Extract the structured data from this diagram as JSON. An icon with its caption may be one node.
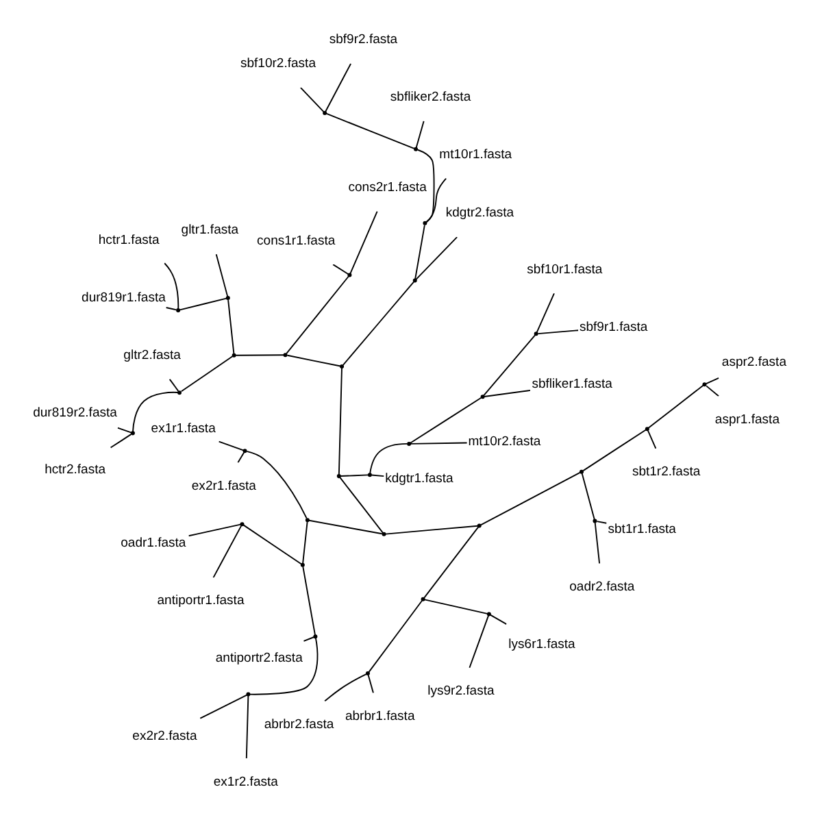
{
  "diagram": {
    "nodes": [
      {
        "text": [
          "kdgtr1.fasta"
        ]
      },
      {
        "text": [
          "mt10r2.fasta"
        ]
      },
      {
        "text": [
          "sbfliker1.fasta"
        ]
      },
      {
        "text": [
          "sbf9r1.fasta"
        ]
      },
      {
        "text": [
          "sbf10r1.fasta"
        ]
      },
      {
        "text": [
          "kdgtr2.fasta"
        ]
      },
      {
        "text": [
          "mt10r1.fasta"
        ]
      },
      {
        "text": [
          "sbfliker2.fasta"
        ]
      },
      {
        "text": [
          "sbf9r2.fasta"
        ]
      },
      {
        "text": [
          "sbf10r2.fasta"
        ]
      },
      {
        "text": [
          "cons2r1.fasta"
        ]
      },
      {
        "text": [
          "cons1r1.fasta"
        ]
      },
      {
        "text": [
          "gltr1.fasta"
        ]
      },
      {
        "text": [
          "hctr1.fasta"
        ]
      },
      {
        "text": [
          "dur819r1.fasta"
        ]
      },
      {
        "text": [
          "gltr2.fasta"
        ]
      },
      {
        "text": [
          "dur819r2.fasta"
        ]
      },
      {
        "text": [
          "hctr2.fasta"
        ]
      },
      {
        "text": [
          "ex1r1.fasta"
        ]
      },
      {
        "text": [
          "ex2r1.fasta"
        ]
      },
      {
        "text": [
          "oadr1.fasta"
        ]
      },
      {
        "text": [
          "antiportr1.fasta"
        ]
      },
      {
        "text": [
          "antiportr2.fasta"
        ]
      },
      {
        "text": [
          "ex2r2.fasta"
        ]
      },
      {
        "text": [
          "ex1r2.fasta"
        ]
      },
      {
        "text": [
          "abrbr2.fasta"
        ]
      },
      {
        "text": [
          "abrbr1.fasta"
        ]
      },
      {
        "text": [
          "lys9r2.fasta"
        ]
      },
      {
        "text": [
          "lys6r1.fasta"
        ]
      },
      {
        "text": [
          "oadr2.fasta"
        ]
      },
      {
        "text": [
          "sbt1r1.fasta"
        ]
      },
      {
        "text": [
          "sbt1r2.fasta"
        ]
      },
      {
        "text": [
          "aspr1.fasta"
        ]
      },
      {
        "text": [
          "aspr2.fasta"
        ]
      },
      {
        "text": [],
        "shape": "point"
      },
      {
        "text": [],
        "shape": "point"
      },
      {
        "text": [],
        "shape": "point"
      },
      {
        "text": [],
        "shape": "point"
      },
      {
        "text": [],
        "shape": "point"
      },
      {
        "text": [],
        "shape": "point"
      },
      {
        "text": [],
        "shape": "point"
      },
      {
        "text": [],
        "shape": "point"
      },
      {
        "text": [],
        "shape": "point"
      },
      {
        "text": [],
        "shape": "point"
      },
      {
        "text": [],
        "shape": "point"
      },
      {
        "text": [],
        "shape": "point"
      },
      {
        "text": [],
        "shape": "point"
      },
      {
        "text": [],
        "shape": "point"
      },
      {
        "text": [],
        "shape": "point"
      },
      {
        "text": [],
        "shape": "point"
      },
      {
        "text": [],
        "shape": "point"
      },
      {
        "text": [],
        "shape": "point"
      },
      {
        "text": [],
        "shape": "point"
      },
      {
        "text": [],
        "shape": "point"
      },
      {
        "text": [],
        "shape": "point"
      },
      {
        "text": [],
        "shape": "point"
      },
      {
        "text": [],
        "shape": "point"
      },
      {
        "text": [],
        "shape": "point"
      },
      {
        "text": [],
        "shape": "point"
      },
      {
        "text": [],
        "shape": "point"
      },
      {
        "text": [],
        "shape": "point"
      },
      {
        "text": [],
        "shape": "point"
      },
      {
        "text": [],
        "shape": "point"
      },
      {
        "text": [],
        "shape": "point"
      },
      {
        "text": [],
        "shape": "point"
      },
      {
        "text": [],
        "shape": "point"
      }
    ],
    "edges": [
      {
        "from": 34,
        "to": 0,
        "arrow": "none"
      },
      {
        "from": 34,
        "to": 35,
        "arrow": "none"
      },
      {
        "from": 34,
        "to": 38,
        "arrow": "none"
      },
      {
        "from": 35,
        "to": 1,
        "arrow": "none"
      },
      {
        "from": 35,
        "to": 36,
        "arrow": "none"
      },
      {
        "from": 36,
        "to": 2,
        "arrow": "none"
      },
      {
        "from": 36,
        "to": 37,
        "arrow": "none"
      },
      {
        "from": 37,
        "to": 3,
        "arrow": "none"
      },
      {
        "from": 37,
        "to": 4,
        "arrow": "none"
      },
      {
        "from": 38,
        "to": 39,
        "arrow": "none"
      },
      {
        "from": 38,
        "to": 51,
        "arrow": "none"
      },
      {
        "from": 39,
        "to": 40,
        "arrow": "none"
      },
      {
        "from": 39,
        "to": 44,
        "arrow": "none"
      },
      {
        "from": 40,
        "to": 5,
        "arrow": "none"
      },
      {
        "from": 40,
        "to": 41,
        "arrow": "none"
      },
      {
        "from": 41,
        "to": 6,
        "arrow": "none"
      },
      {
        "from": 41,
        "to": 42,
        "arrow": "none"
      },
      {
        "from": 42,
        "to": 7,
        "arrow": "none"
      },
      {
        "from": 42,
        "to": 43,
        "arrow": "none"
      },
      {
        "from": 43,
        "to": 8,
        "arrow": "none"
      },
      {
        "from": 43,
        "to": 9,
        "arrow": "none"
      },
      {
        "from": 44,
        "to": 45,
        "arrow": "none"
      },
      {
        "from": 44,
        "to": 46,
        "arrow": "none"
      },
      {
        "from": 45,
        "to": 10,
        "arrow": "none"
      },
      {
        "from": 45,
        "to": 11,
        "arrow": "none"
      },
      {
        "from": 46,
        "to": 47,
        "arrow": "none"
      },
      {
        "from": 46,
        "to": 49,
        "arrow": "none"
      },
      {
        "from": 47,
        "to": 12,
        "arrow": "none"
      },
      {
        "from": 47,
        "to": 48,
        "arrow": "none"
      },
      {
        "from": 48,
        "to": 13,
        "arrow": "none"
      },
      {
        "from": 48,
        "to": 14,
        "arrow": "none"
      },
      {
        "from": 49,
        "to": 15,
        "arrow": "none"
      },
      {
        "from": 49,
        "to": 50,
        "arrow": "none"
      },
      {
        "from": 50,
        "to": 16,
        "arrow": "none"
      },
      {
        "from": 50,
        "to": 17,
        "arrow": "none"
      },
      {
        "from": 51,
        "to": 52,
        "arrow": "none"
      },
      {
        "from": 51,
        "to": 58,
        "arrow": "none"
      },
      {
        "from": 52,
        "to": 53,
        "arrow": "none"
      },
      {
        "from": 52,
        "to": 54,
        "arrow": "none"
      },
      {
        "from": 53,
        "to": 18,
        "arrow": "none"
      },
      {
        "from": 53,
        "to": 19,
        "arrow": "none"
      },
      {
        "from": 54,
        "to": 55,
        "arrow": "none"
      },
      {
        "from": 54,
        "to": 56,
        "arrow": "none"
      },
      {
        "from": 55,
        "to": 20,
        "arrow": "none"
      },
      {
        "from": 55,
        "to": 21,
        "arrow": "none"
      },
      {
        "from": 56,
        "to": 22,
        "arrow": "none"
      },
      {
        "from": 56,
        "to": 57,
        "arrow": "none"
      },
      {
        "from": 57,
        "to": 23,
        "arrow": "none"
      },
      {
        "from": 57,
        "to": 24,
        "arrow": "none"
      },
      {
        "from": 58,
        "to": 59,
        "arrow": "none"
      },
      {
        "from": 58,
        "to": 62,
        "arrow": "none"
      },
      {
        "from": 59,
        "to": 60,
        "arrow": "none"
      },
      {
        "from": 59,
        "to": 61,
        "arrow": "none"
      },
      {
        "from": 60,
        "to": 25,
        "arrow": "none"
      },
      {
        "from": 60,
        "to": 26,
        "arrow": "none"
      },
      {
        "from": 61,
        "to": 27,
        "arrow": "none"
      },
      {
        "from": 61,
        "to": 28,
        "arrow": "none"
      },
      {
        "from": 62,
        "to": 63,
        "arrow": "none"
      },
      {
        "from": 62,
        "to": 64,
        "arrow": "none"
      },
      {
        "from": 63,
        "to": 29,
        "arrow": "none"
      },
      {
        "from": 63,
        "to": 30,
        "arrow": "none"
      },
      {
        "from": 64,
        "to": 31,
        "arrow": "none"
      },
      {
        "from": 64,
        "to": 65,
        "arrow": "none"
      },
      {
        "from": 65,
        "to": 32,
        "arrow": "none"
      },
      {
        "from": 65,
        "to": 33,
        "arrow": "none"
      }
    ]
  }
}
